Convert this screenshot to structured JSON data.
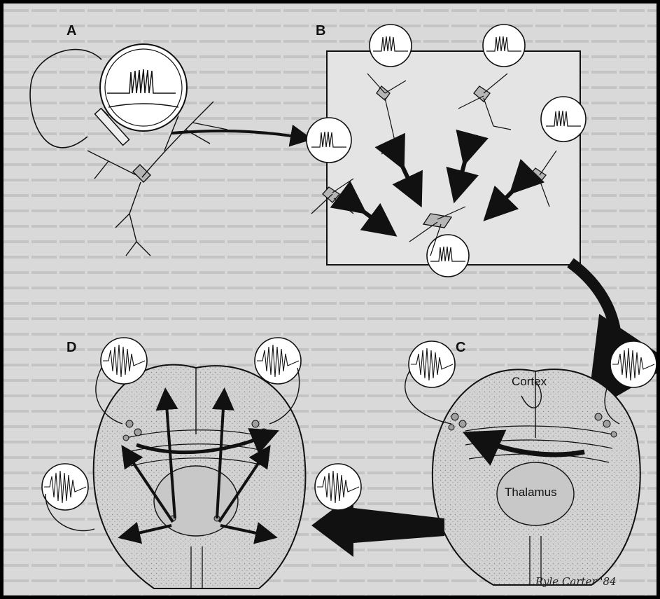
{
  "figure": {
    "panel_labels": [
      "A",
      "B",
      "C",
      "D"
    ],
    "region_labels": {
      "cortex": "Cortex",
      "thalamus": "Thalamus"
    },
    "signature": "Ryle Carter '84",
    "colors": {
      "frame": "#000000",
      "background_text_page": "#d9d9d9",
      "brain_tissue": "#cfcfcf",
      "outline": "#111111",
      "arrow": "#111111",
      "bubble_fill": "#ffffff"
    },
    "icons": [
      "neuron-icon",
      "spike-train-icon",
      "eeg-burst-icon",
      "brain-section-icon",
      "recording-electrode-icon"
    ]
  }
}
